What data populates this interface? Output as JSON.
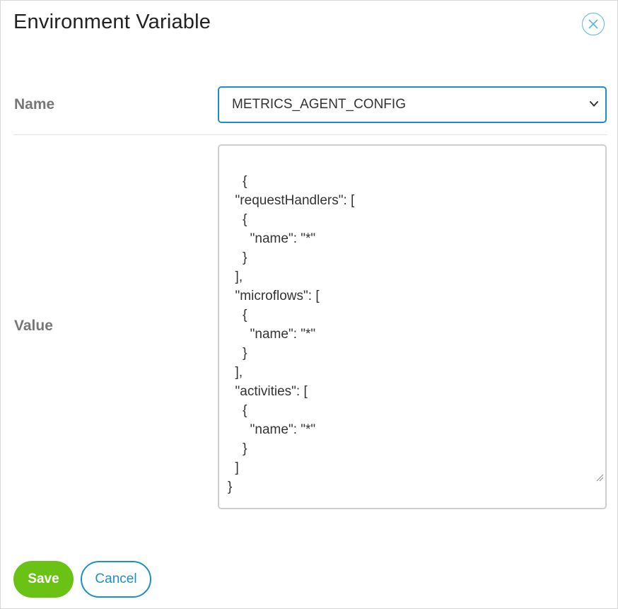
{
  "dialog": {
    "title": "Environment Variable",
    "close_icon": "close-circle-icon"
  },
  "form": {
    "name_label": "Name",
    "name_value": "METRICS_AGENT_CONFIG",
    "name_chevron_icon": "chevron-down-icon",
    "value_label": "Value",
    "value_text": "{\n  \"requestHandlers\": [\n    {\n      \"name\": \"*\"\n    }\n  ],\n  \"microflows\": [\n    {\n      \"name\": \"*\"\n    }\n  ],\n  \"activities\": [\n    {\n      \"name\": \"*\"\n    }\n  ]\n}"
  },
  "actions": {
    "save_label": "Save",
    "cancel_label": "Cancel"
  },
  "colors": {
    "accent": "#1e8fc2",
    "close_icon": "#58b6e0",
    "save_button": "#6ac314",
    "label_text": "#777777"
  }
}
